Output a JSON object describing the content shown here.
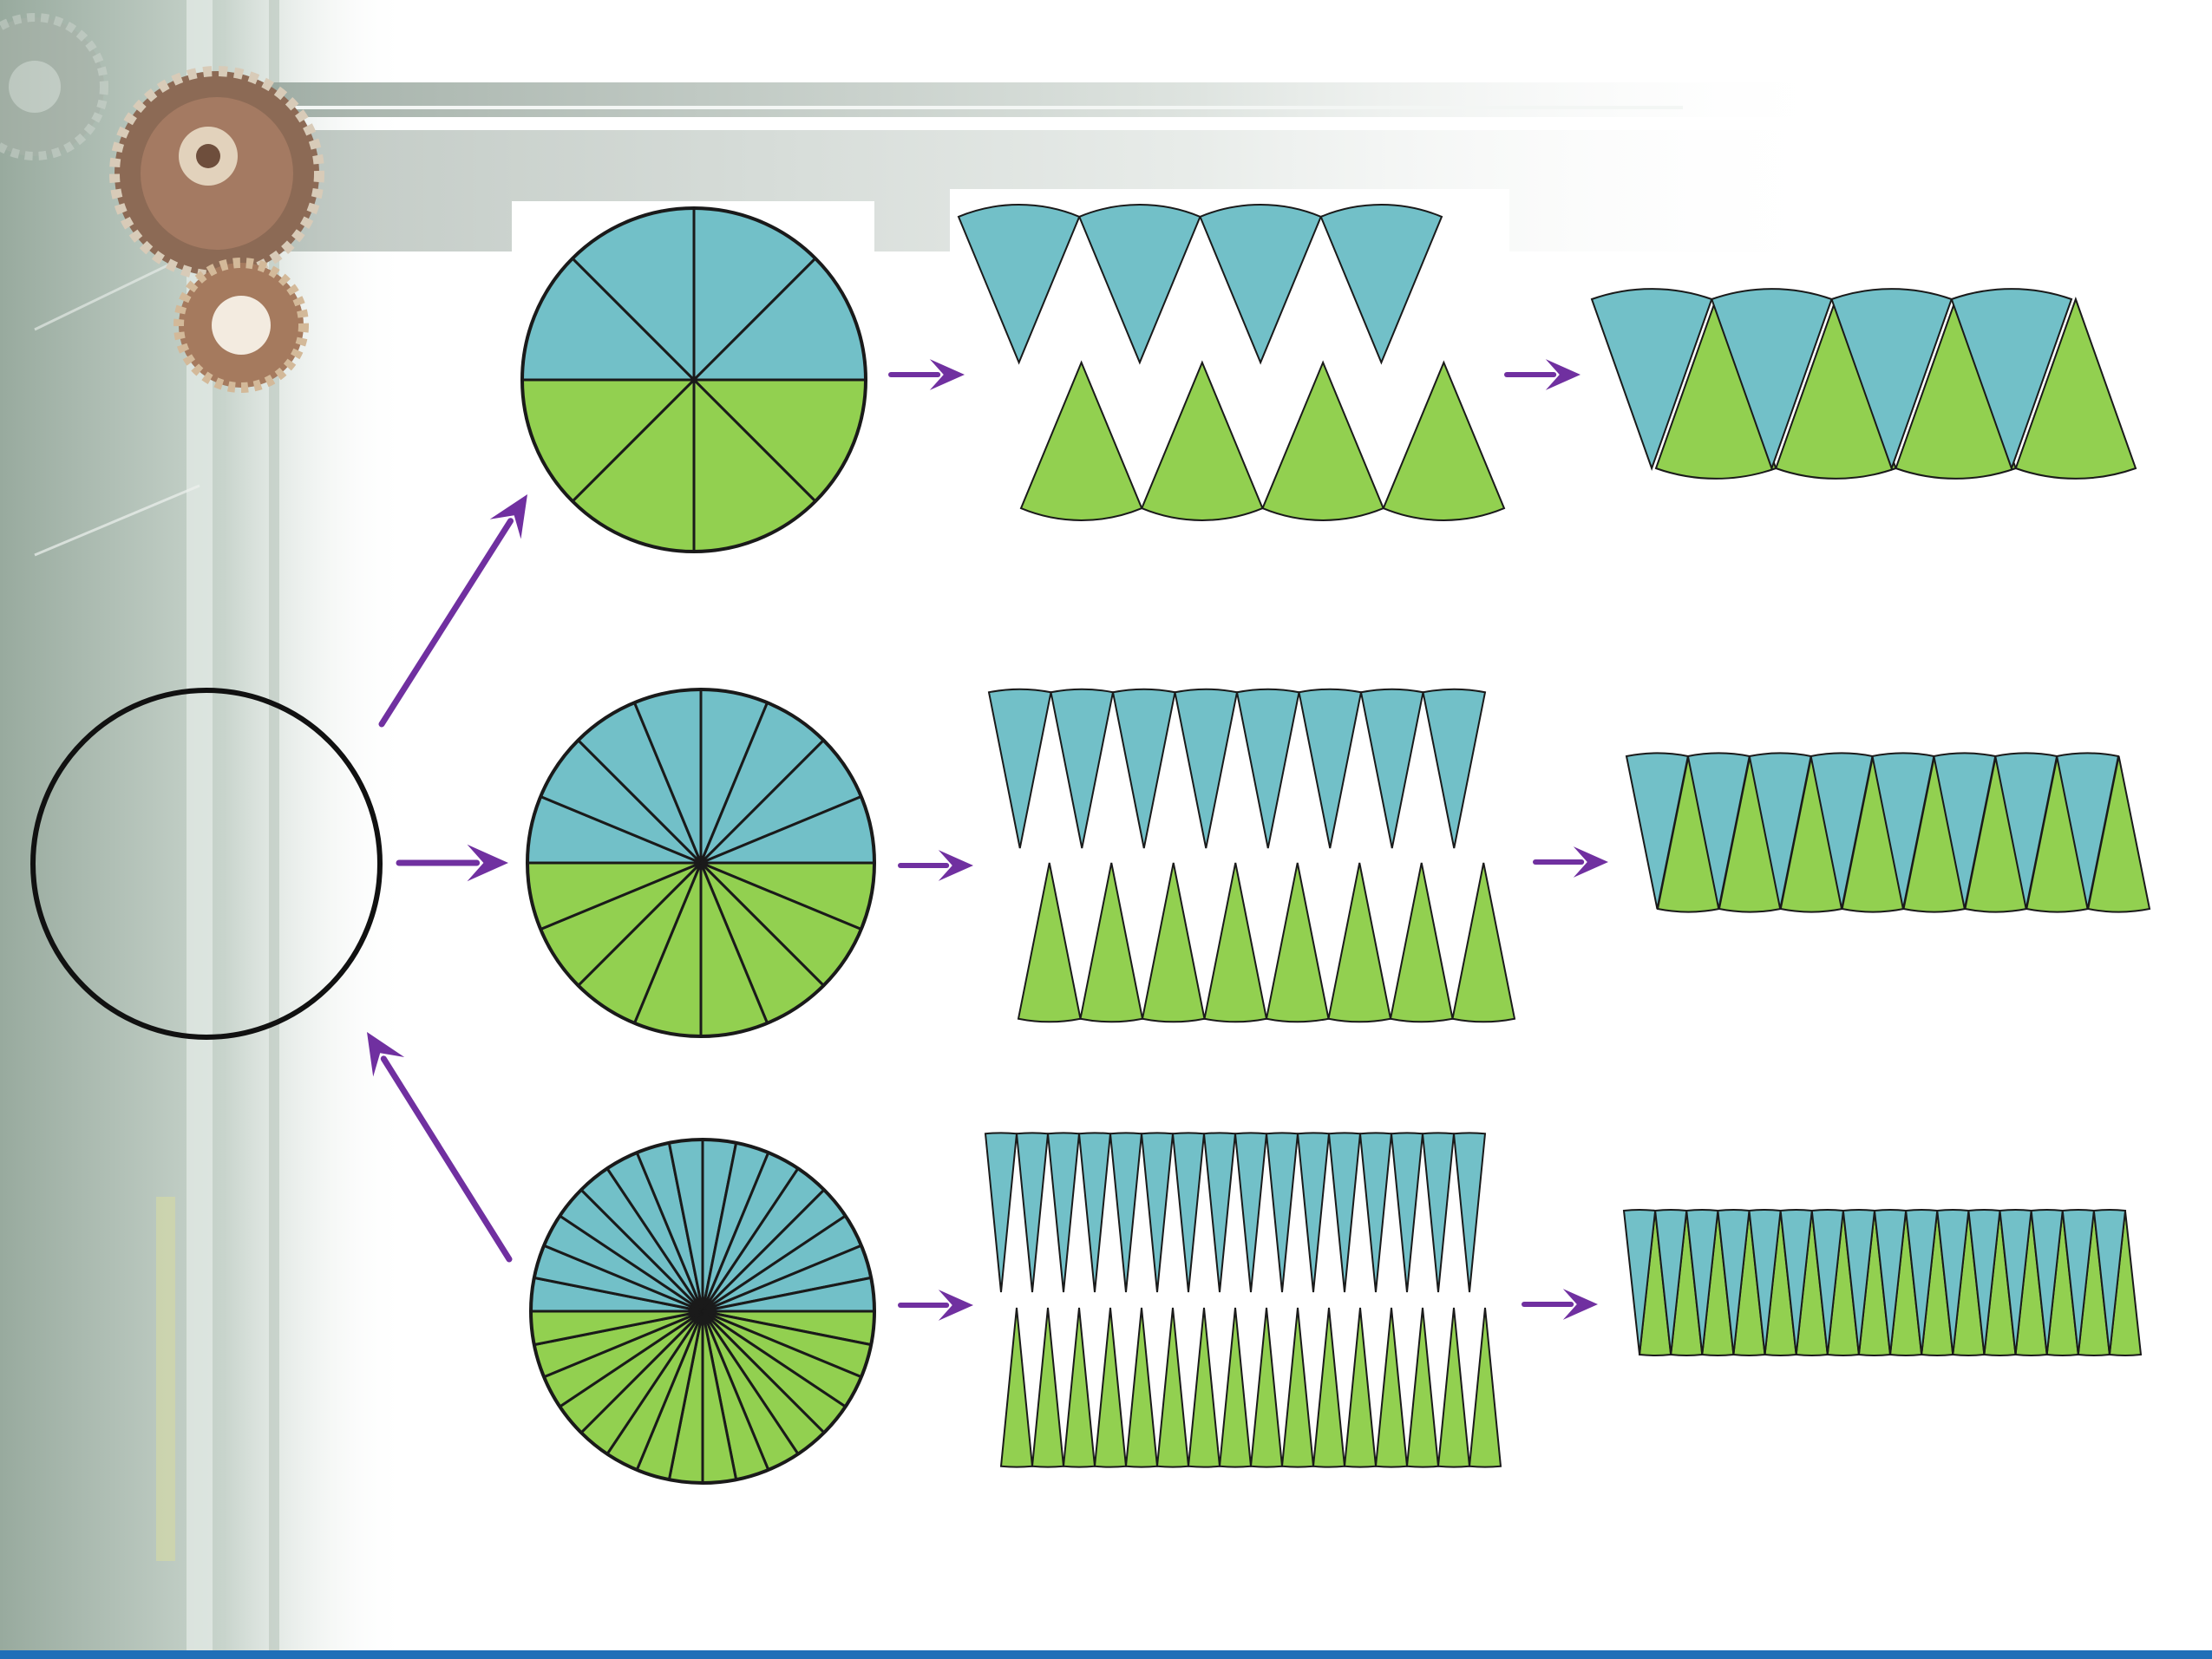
{
  "diagram": {
    "colors": {
      "top_half": "#72c0c8",
      "bottom_half": "#92d050",
      "outline": "#1a1a1a",
      "arrow": "#7030a0",
      "footer_bar": "#1f6fb8"
    },
    "rows": [
      {
        "sectors": 8
      },
      {
        "sectors": 16
      },
      {
        "sectors": 32
      }
    ],
    "flow": [
      "source-circle",
      "divided-circle",
      "split-halves",
      "interlocked-strip"
    ]
  }
}
